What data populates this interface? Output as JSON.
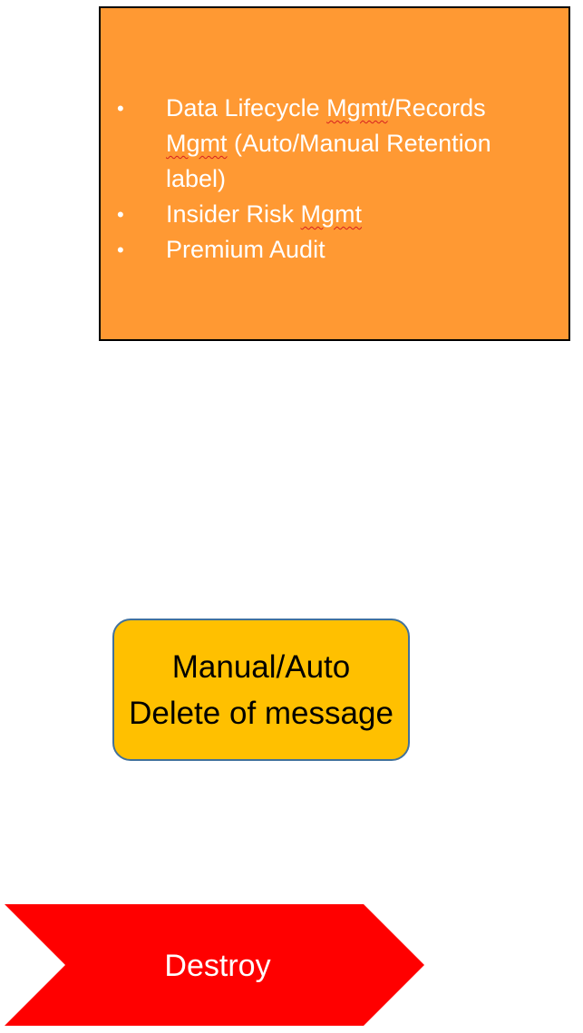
{
  "features_box": {
    "items": [
      {
        "parts": [
          "Data Lifecycle ",
          "Mgmt",
          "/Records ",
          "Mgmt",
          " (Auto/Manual Retention label)"
        ]
      },
      {
        "parts": [
          "Insider Risk ",
          "Mgmt"
        ]
      },
      {
        "parts": [
          "Premium Audit"
        ]
      }
    ],
    "bullet": "•"
  },
  "delete_box": {
    "label": "Manual/Auto Delete of message"
  },
  "destroy_arrow": {
    "label": "Destroy"
  },
  "colors": {
    "features_fill": "#ff9933",
    "delete_fill": "#ffc000",
    "delete_border": "#41719c",
    "destroy_fill": "#ff0000",
    "spellcheck_underline": "#d62020"
  }
}
